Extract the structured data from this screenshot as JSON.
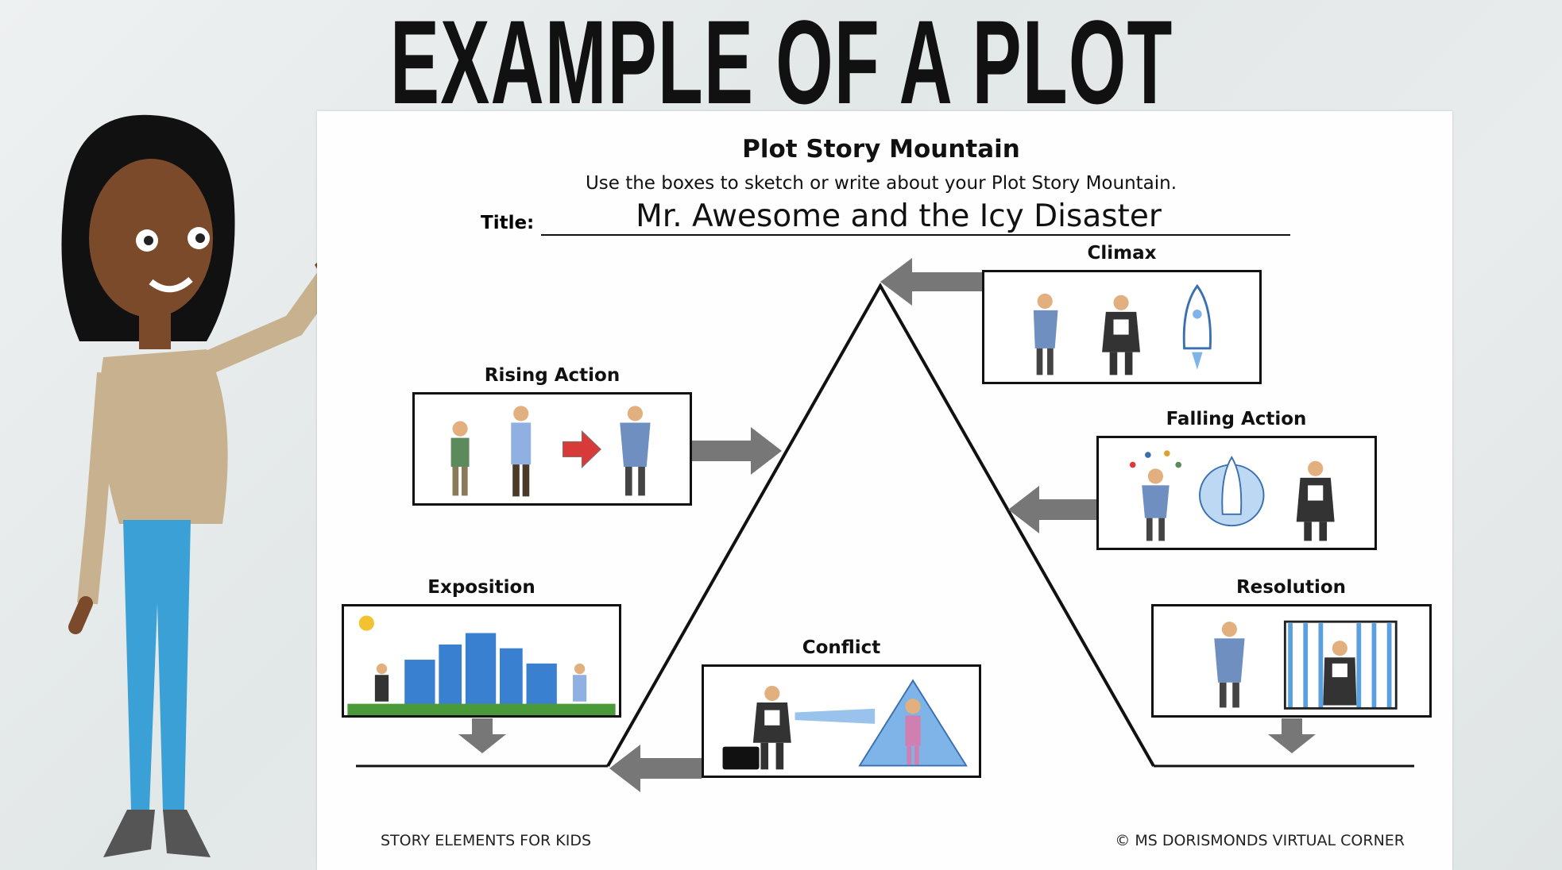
{
  "slide_title": "EXAMPLE OF A PLOT",
  "sheet": {
    "heading": "Plot Story Mountain",
    "subtitle": "Use the boxes to sketch or write about your Plot Story Mountain.",
    "title_label": "Title:",
    "title_value": "Mr. Awesome and the Icy Disaster"
  },
  "stages": {
    "exposition": "Exposition",
    "rising_action": "Rising Action",
    "climax": "Climax",
    "falling_action": "Falling Action",
    "resolution": "Resolution",
    "conflict": "Conflict"
  },
  "footer": {
    "left": "STORY ELEMENTS FOR KIDS",
    "right": "© MS DORISMONDS VIRTUAL CORNER"
  },
  "colors": {
    "arrow": "#777777",
    "hero": "#6f8fc0",
    "villain": "#333333",
    "ice": "#7fb4e8"
  }
}
